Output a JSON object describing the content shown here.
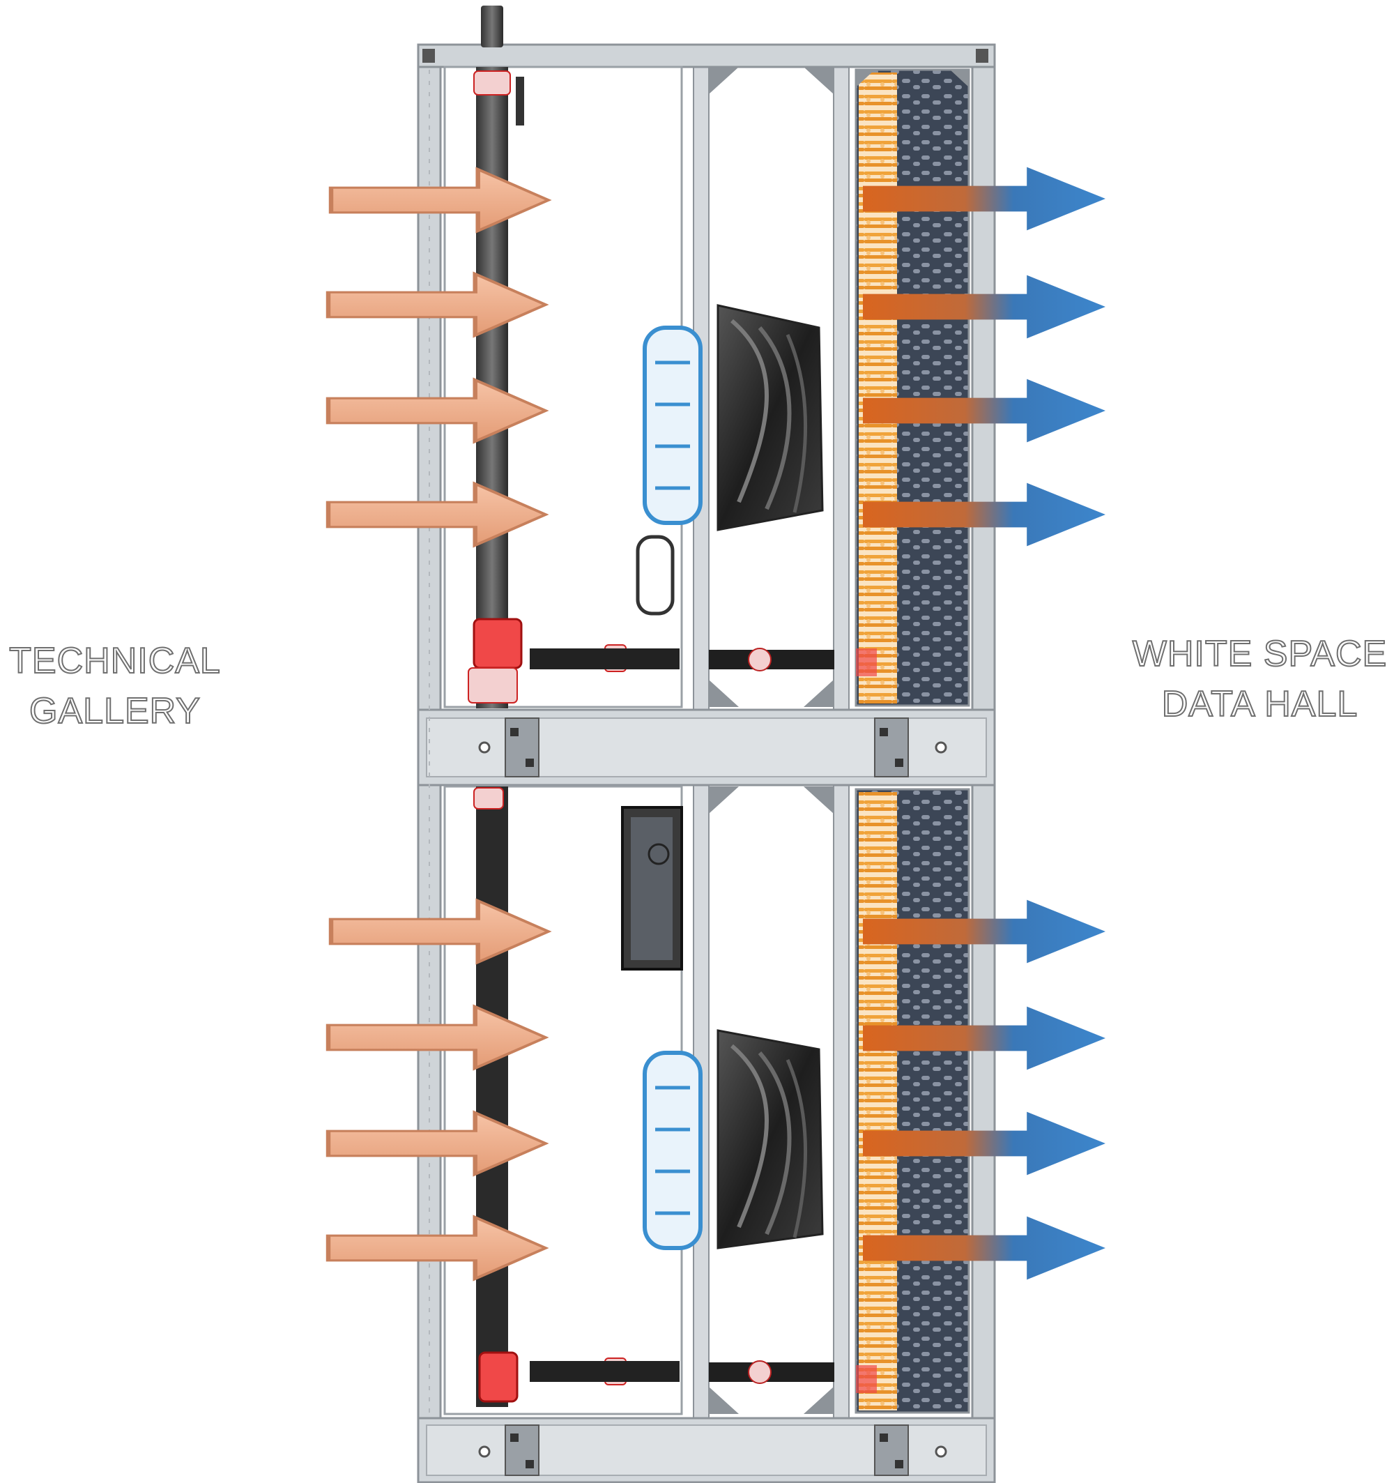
{
  "labels": {
    "left_line1": "TECHNICAL",
    "left_line2": "GALLERY",
    "right_line1": "WHITE SPACE",
    "right_line2": "DATA HALL"
  },
  "colors": {
    "warm_air": "#e8a07a",
    "cool_air": "#3f86c8",
    "frame": "#c9ced3",
    "coil": "#f0a33a",
    "valve": "#e02020"
  },
  "icons": [
    "fan-icon",
    "valve-icon",
    "arrow-right-icon"
  ]
}
